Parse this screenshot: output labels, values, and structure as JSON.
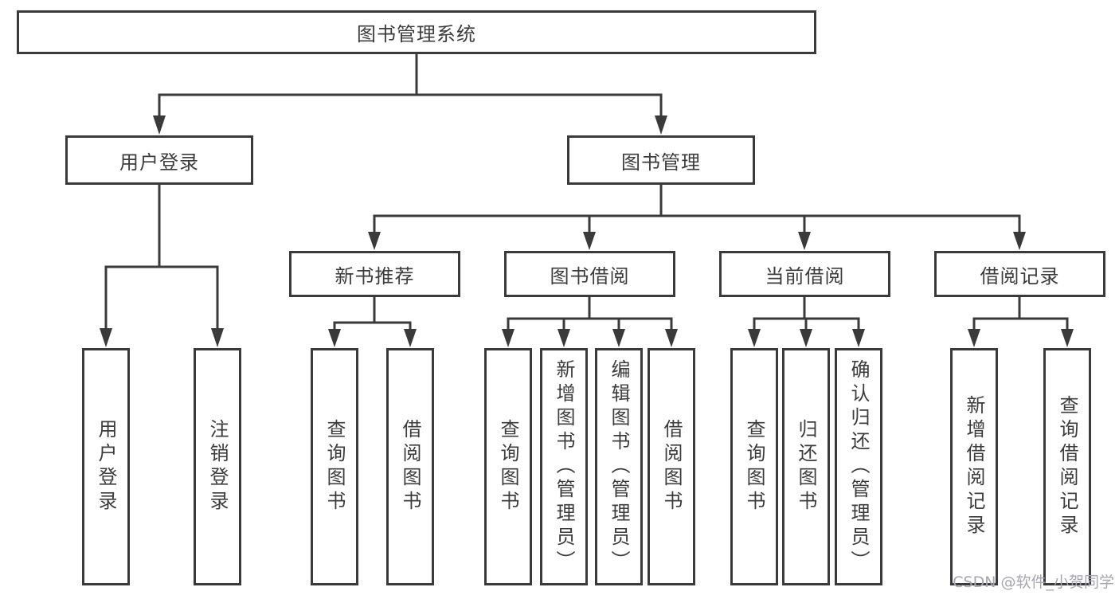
{
  "diagram": {
    "root": {
      "label": "图书管理系统"
    },
    "branches": [
      {
        "label": "用户登录",
        "children": [
          "用户登录",
          "注销登录"
        ]
      },
      {
        "label": "图书管理",
        "children": [
          {
            "label": "新书推荐",
            "children": [
              "查询图书",
              "借阅图书"
            ]
          },
          {
            "label": "图书借阅",
            "children": [
              "查询图书",
              "新增图书（管理员）",
              "编辑图书（管理员）",
              "借阅图书"
            ]
          },
          {
            "label": "当前借阅",
            "children": [
              "查询图书",
              "归还图书",
              "确认归还（管理员）"
            ]
          },
          {
            "label": "借阅记录",
            "children": [
              "新增借阅记录",
              "查询借阅记录"
            ]
          }
        ]
      }
    ]
  },
  "watermark": {
    "text": "CSDN @软件_小贺同学"
  },
  "colors": {
    "line": "#3a3a3a",
    "text": "#3c3c3c",
    "watermark": "#a6a6ae",
    "background": "#ffffff"
  }
}
